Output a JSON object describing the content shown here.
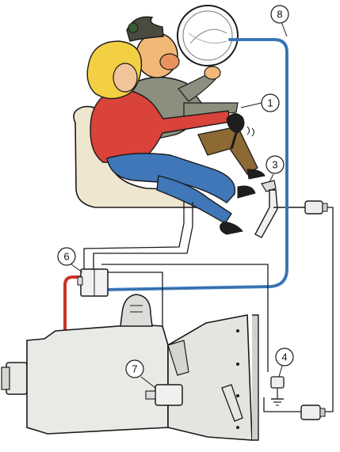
{
  "callouts": [
    {
      "id": "1",
      "label": "1"
    },
    {
      "id": "3",
      "label": "3"
    },
    {
      "id": "4",
      "label": "4"
    },
    {
      "id": "6",
      "label": "6"
    },
    {
      "id": "7",
      "label": "7"
    },
    {
      "id": "8",
      "label": "8"
    }
  ],
  "colors": {
    "blue_line": "#3f7fc4",
    "red_line": "#c8332b",
    "outline": "#1a1a1a",
    "gearbox_fill": "#e9e9e6",
    "seat_fill": "#efe6cf",
    "hair_fill": "#f3cf43",
    "sweater_red": "#d9433a",
    "jeans_blue": "#3f77b8",
    "jacket_gray": "#8b8f7e",
    "skin": "#f2b877"
  }
}
